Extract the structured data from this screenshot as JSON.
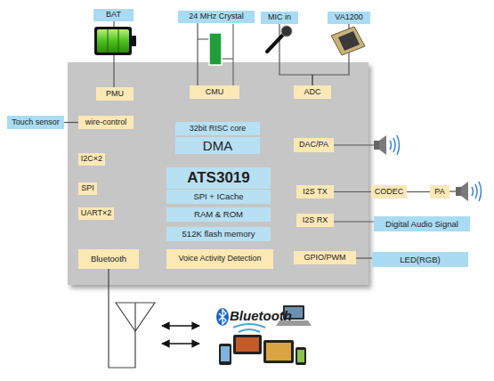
{
  "diagram": {
    "nodes": [
      {
        "text": [
          "BAT"
        ]
      },
      {
        "text": [
          "24 MHz Crystal"
        ]
      },
      {
        "text": [
          "MIC in"
        ]
      },
      {
        "text": [
          "VA1200"
        ]
      },
      {
        "text": []
      },
      {
        "text": [
          "PMU"
        ],
        "in": 4
      },
      {
        "text": [
          "CMU"
        ],
        "in": 4
      },
      {
        "text": [
          "ADC"
        ],
        "in": 4
      },
      {
        "text": [
          "Touch sensor"
        ]
      },
      {
        "text": [
          "wire-control"
        ],
        "in": 4
      },
      {
        "text": [
          "32bit RISC core"
        ],
        "in": 4
      },
      {
        "text": [
          "DMA"
        ],
        "in": 4
      },
      {
        "text": [
          "DAC/PA"
        ],
        "in": 4
      },
      {
        "text": [
          "I2C×2"
        ],
        "in": 4
      },
      {
        "text": [
          "ATS3019"
        ],
        "in": 4
      },
      {
        "text": [
          "SPI"
        ],
        "in": 4
      },
      {
        "text": [
          "SPI + ICache"
        ],
        "in": 4
      },
      {
        "text": [
          "I2S TX"
        ],
        "in": 4
      },
      {
        "text": [
          "CODEC"
        ]
      },
      {
        "text": [
          "PA"
        ]
      },
      {
        "text": [
          "UART×2"
        ],
        "in": 4
      },
      {
        "text": [
          "RAM & ROM"
        ],
        "in": 4
      },
      {
        "text": [
          "I2S RX"
        ],
        "in": 4
      },
      {
        "text": [
          "Digital Audio Signal"
        ]
      },
      {
        "text": [
          "512K flash memory"
        ],
        "in": 4
      },
      {
        "text": [
          "Bluetooth"
        ],
        "in": 4
      },
      {
        "text": [
          "Voice Activity Detection"
        ],
        "in": 4
      },
      {
        "text": [
          "GPIO/PWM"
        ],
        "in": 4
      },
      {
        "text": [
          "LED(RGB)"
        ]
      }
    ],
    "edges": [
      {
        "from": 0,
        "to": 5,
        "arrow": "none"
      },
      {
        "from": 1,
        "to": 6,
        "arrow": "none"
      },
      {
        "from": 2,
        "to": 7,
        "arrow": "none"
      },
      {
        "from": 3,
        "to": 7,
        "arrow": "none"
      },
      {
        "from": 8,
        "to": 9,
        "arrow": "none"
      },
      {
        "from": 17,
        "to": 18,
        "arrow": "none"
      },
      {
        "from": 18,
        "to": 19,
        "arrow": "none"
      },
      {
        "from": 22,
        "to": 23,
        "arrow": "none"
      },
      {
        "from": 27,
        "to": 28,
        "arrow": "none"
      }
    ],
    "labels": [
      "Bluetooth"
    ]
  }
}
